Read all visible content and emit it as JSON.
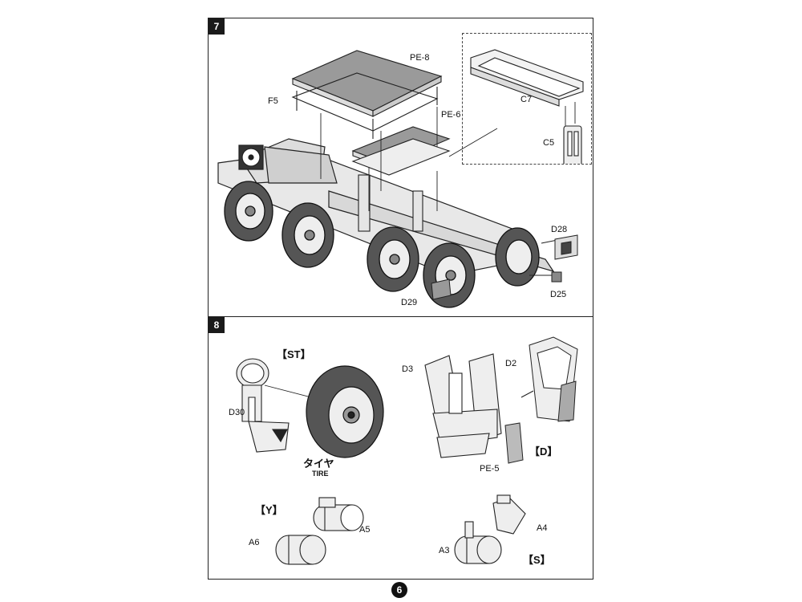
{
  "page_number": "6",
  "step7": {
    "number": "7",
    "labels": {
      "pe8": "PE-8",
      "f5": "F5",
      "pe6": "PE-6",
      "c7": "C7",
      "c5": "C5",
      "d28": "D28",
      "d25": "D25",
      "d29": "D29"
    }
  },
  "step8": {
    "number": "8",
    "st_tag": "【ST】",
    "d_tag": "【D】",
    "y_tag": "【Y】",
    "s_tag": "【S】",
    "tire_jp": "タイヤ",
    "tire_en": "TIRE",
    "labels": {
      "d30": "D30",
      "d3": "D3",
      "d2": "D2",
      "pe5": "PE-5",
      "a5": "A5",
      "a6": "A6",
      "a4": "A4",
      "a3": "A3"
    }
  }
}
